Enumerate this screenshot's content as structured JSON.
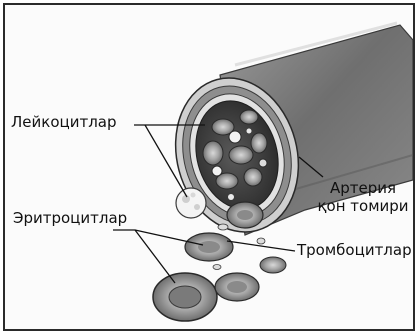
{
  "figure": {
    "labels": {
      "leukocytes": "Лейкоцитлар",
      "erythrocytes": "Эритроцитлар",
      "artery_line1": "Артерия",
      "artery_line2": "қон томири",
      "thrombocytes": "Тромбоцитлар"
    }
  }
}
